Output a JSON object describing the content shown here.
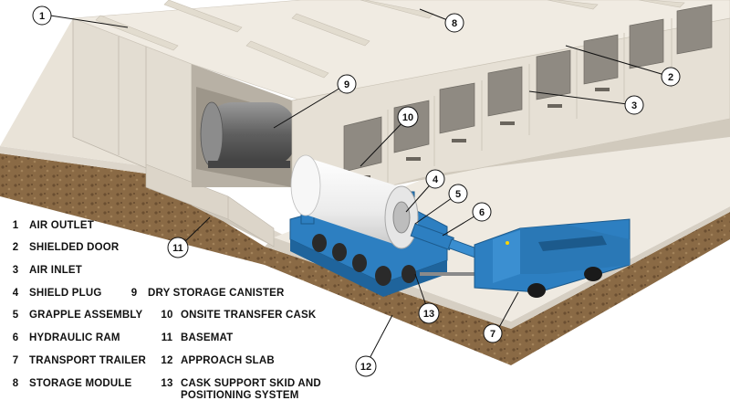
{
  "callouts": [
    {
      "num": "1"
    },
    {
      "num": "2"
    },
    {
      "num": "3"
    },
    {
      "num": "4"
    },
    {
      "num": "5"
    },
    {
      "num": "6"
    },
    {
      "num": "7"
    },
    {
      "num": "8"
    },
    {
      "num": "9"
    },
    {
      "num": "10"
    },
    {
      "num": "11"
    },
    {
      "num": "12"
    },
    {
      "num": "13"
    }
  ],
  "legend": [
    {
      "num": "1",
      "label": "AIR OUTLET"
    },
    {
      "num": "2",
      "label": "SHIELDED DOOR"
    },
    {
      "num": "3",
      "label": "AIR INLET"
    },
    {
      "num": "4",
      "label": "SHIELD PLUG"
    },
    {
      "num": "5",
      "label": "GRAPPLE ASSEMBLY"
    },
    {
      "num": "6",
      "label": "HYDRAULIC RAM"
    },
    {
      "num": "7",
      "label": "TRANSPORT TRAILER"
    },
    {
      "num": "8",
      "label": "STORAGE MODULE"
    },
    {
      "num": "9",
      "label": "DRY STORAGE CANISTER"
    },
    {
      "num": "10",
      "label": "ONSITE TRANSFER CASK"
    },
    {
      "num": "11",
      "label": "BASEMAT"
    },
    {
      "num": "12",
      "label": "APPROACH SLAB"
    },
    {
      "num": "13",
      "label": "CASK SUPPORT SKID AND\nPOSITIONING SYSTEM"
    }
  ],
  "colors": {
    "concrete": "#ebe6dd",
    "concrete_shade": "#d6d0c5",
    "soil": "#8a6a45",
    "equipment_blue": "#2d7fc1",
    "cask_white": "#f4f4f4",
    "canister_gray": "#7a7a7a"
  }
}
